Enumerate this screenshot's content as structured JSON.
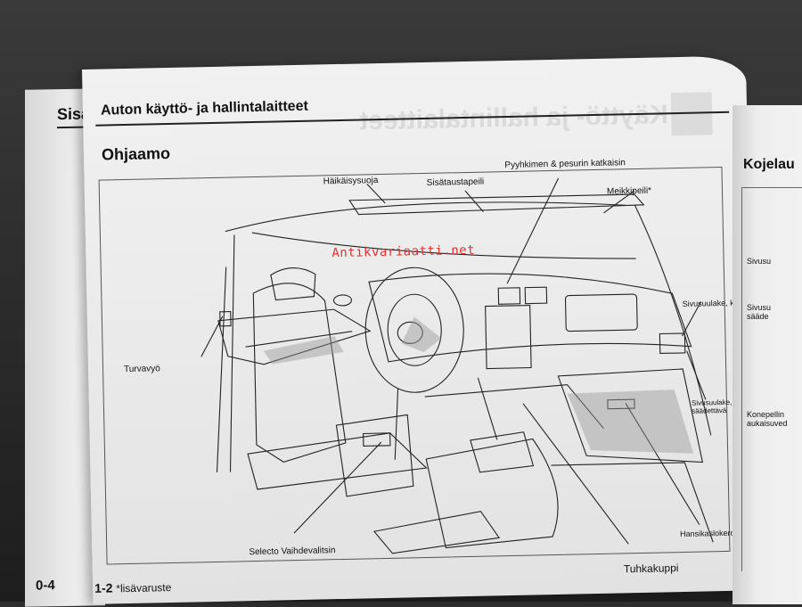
{
  "left_page": {
    "heading": "Sisä",
    "page_number": "0-4"
  },
  "main_page": {
    "header": "Auton käyttö- ja hallintalaitteet",
    "ghost_title": "Käyttö- ja hallintalaitteet",
    "section_title": "Ohjaamo",
    "watermark": "Antikvariaatti.net",
    "labels": {
      "visor": "Häikäisysuoja",
      "mirror": "Sisätaustapeili",
      "wiper": "Pyyhkimen & pesurin katkaisin",
      "vanity": "Meikkipeili*",
      "side_vent": "Sivusuulake, kiint",
      "side_vent_adj": "Sivusuulake, säädettävä",
      "seatbelt": "Turvavyö",
      "glovebox": "Hansikaslokero",
      "selector": "Selecto Vaihdevalitsin",
      "ashtray": "Tuhkakuppi"
    },
    "footer_number": "1-2",
    "footer_note": "*lisävaruste"
  },
  "right_page": {
    "heading": "Kojelau",
    "labels": [
      "Sivusu",
      "Sivusu sääde",
      "Konepellin aukaisuved"
    ]
  }
}
